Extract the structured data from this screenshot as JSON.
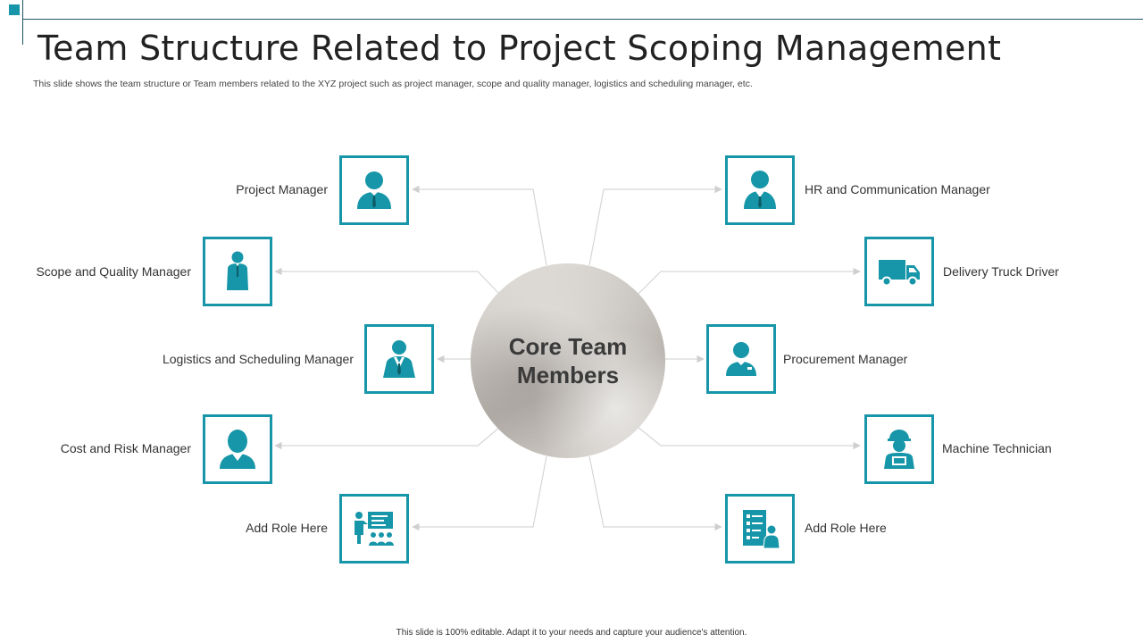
{
  "slide": {
    "title": "Team Structure Related to Project Scoping Management",
    "subtitle": "This slide shows the team  structure or Team members  related to the XYZ project such as project manager, scope and quality manager, logistics and scheduling manager, etc.",
    "footer": "This slide is 100% editable.  Adapt it to your needs and capture your audience's attention."
  },
  "center": {
    "label": "Core Team Members"
  },
  "roles": {
    "left": [
      {
        "label": "Project Manager",
        "icon": "businessman-icon"
      },
      {
        "label": "Scope and Quality Manager",
        "icon": "manager-silhouette-icon"
      },
      {
        "label": "Logistics and Scheduling Manager",
        "icon": "executive-icon"
      },
      {
        "label": "Cost and Risk Manager",
        "icon": "woman-icon"
      },
      {
        "label": "Add Role Here",
        "icon": "presentation-icon"
      }
    ],
    "right": [
      {
        "label": "HR and Communication  Manager",
        "icon": "businessman-icon"
      },
      {
        "label": "Delivery Truck Driver",
        "icon": "truck-icon"
      },
      {
        "label": "Procurement  Manager",
        "icon": "staff-icon"
      },
      {
        "label": "Machine Technician",
        "icon": "technician-icon"
      },
      {
        "label": "Add Role Here",
        "icon": "checklist-icon"
      }
    ]
  },
  "colors": {
    "accent": "#1696a8",
    "dark_line": "#1e5662",
    "connector": "#d6d6d6"
  }
}
